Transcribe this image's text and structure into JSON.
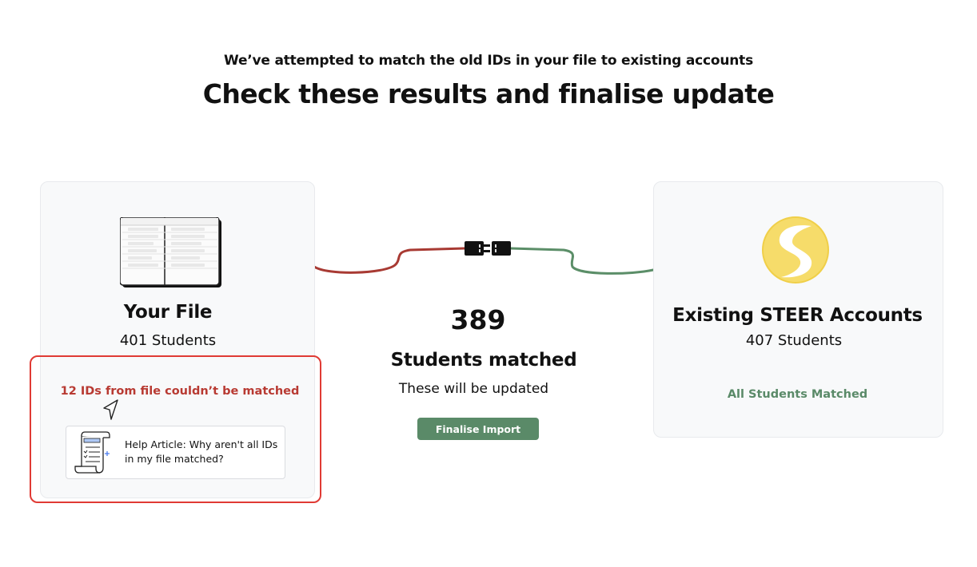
{
  "header": {
    "subtitle": "We’ve attempted to match the old IDs in your file to existing accounts",
    "title": "Check these results and finalise update"
  },
  "file_card": {
    "icon": "spreadsheet-icon",
    "title": "Your File",
    "count": "401 Students",
    "unmatched_text": "12 IDs from file couldn’t be matched",
    "help_article": {
      "icon": "document-scroll-icon",
      "text": "Help Article: Why aren't all IDs in my file matched?"
    }
  },
  "match_summary": {
    "count": "389",
    "label": "Students matched",
    "sub": "These will be updated",
    "button_label": "Finalise Import"
  },
  "accounts_card": {
    "icon": "steer-logo-icon",
    "title": "Existing STEER Accounts",
    "count": "407 Students",
    "status": "All Students Matched"
  },
  "colors": {
    "error": "#b83a32",
    "highlight_border": "#e03a34",
    "success": "#5a8a68",
    "logo_yellow": "#f6dc6a",
    "wire_red": "#a83a33",
    "wire_green": "#5b8e68"
  }
}
